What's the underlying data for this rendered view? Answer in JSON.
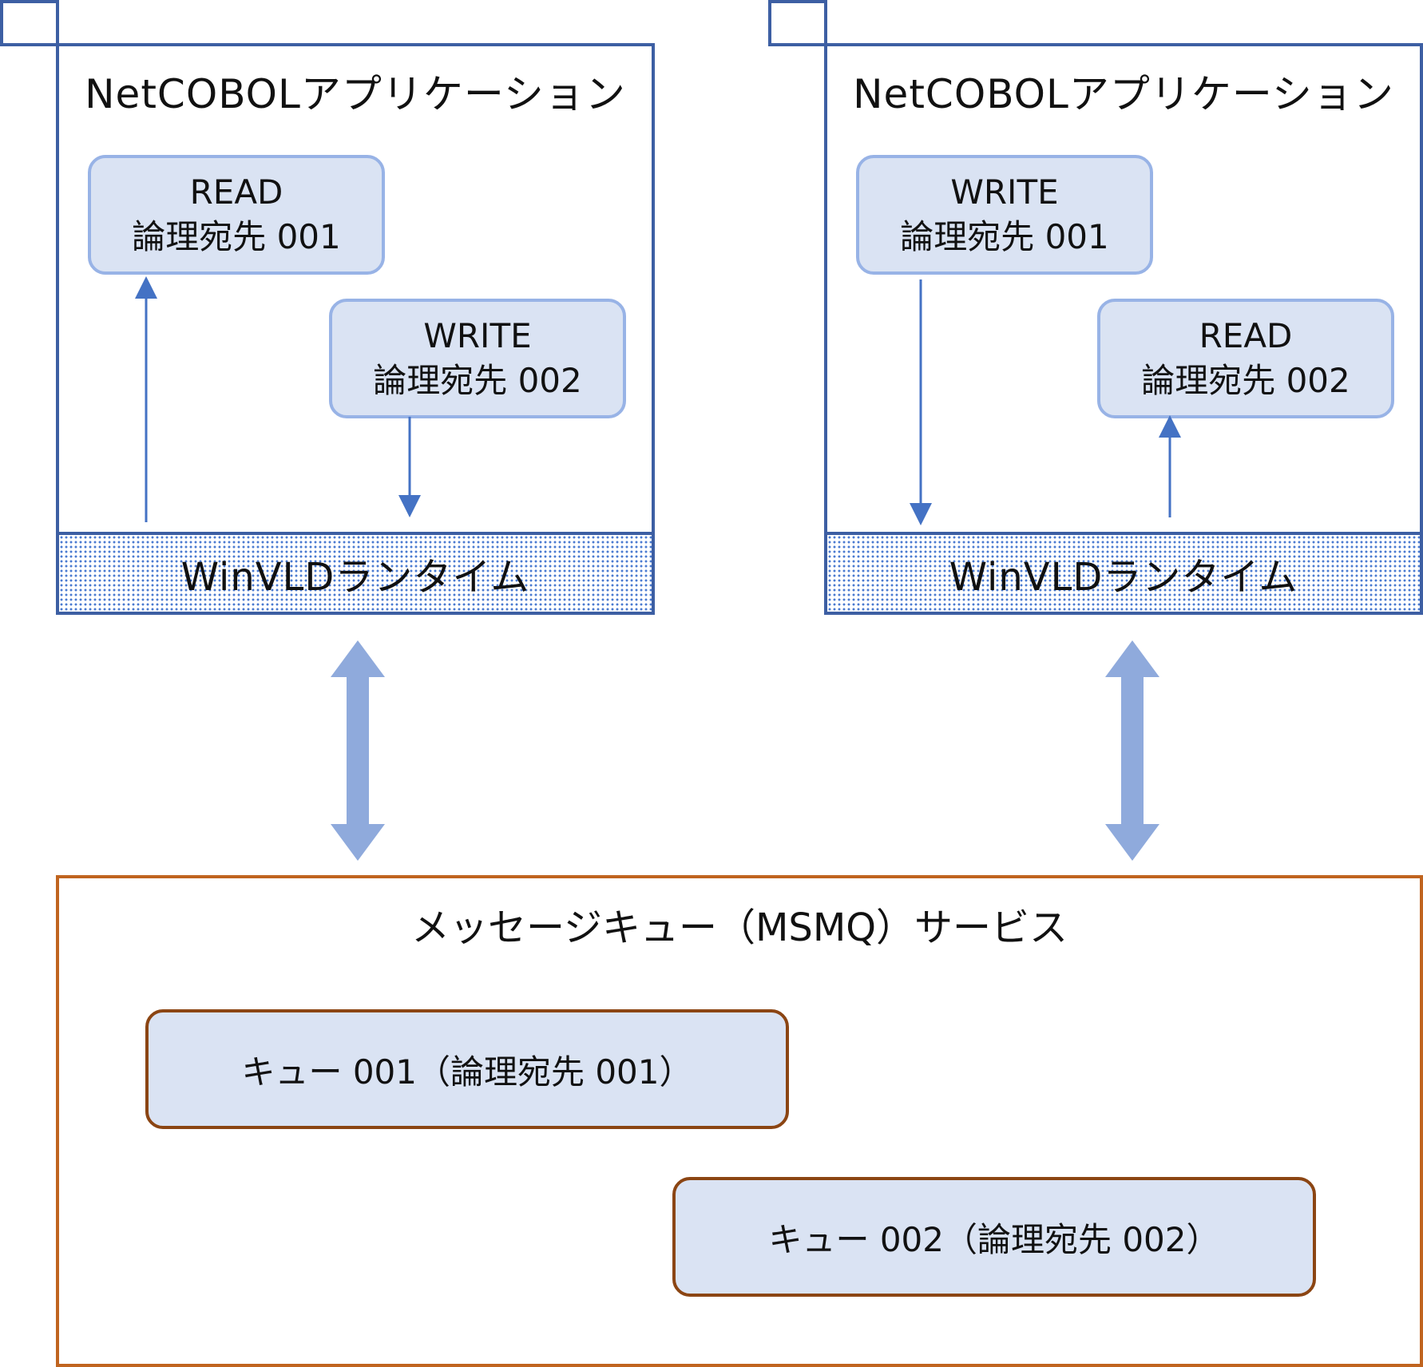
{
  "colors": {
    "app_border": "#3d5fa3",
    "op_box_fill": "#dae3f3",
    "op_box_border": "#98b3e6",
    "thin_arrow": "#4472c4",
    "thick_arrow": "#8faadc",
    "service_border": "#c0641f",
    "queue_border": "#8b4513"
  },
  "left_app": {
    "title": "NetCOBOLアプリケーション",
    "top_op": {
      "line1": "READ",
      "line2": "論理宛先 001"
    },
    "bottom_op": {
      "line1": "WRITE",
      "line2": "論理宛先 002"
    },
    "runtime": "WinVLDランタイム"
  },
  "right_app": {
    "title": "NetCOBOLアプリケーション",
    "top_op": {
      "line1": "WRITE",
      "line2": "論理宛先 001"
    },
    "bottom_op": {
      "line1": "READ",
      "line2": "論理宛先 002"
    },
    "runtime": "WinVLDランタイム"
  },
  "service": {
    "title": "メッセージキュー（MSMQ）サービス",
    "queues": [
      {
        "label": "キュー 001（論理宛先 001）"
      },
      {
        "label": "キュー 002（論理宛先 002）"
      }
    ]
  }
}
